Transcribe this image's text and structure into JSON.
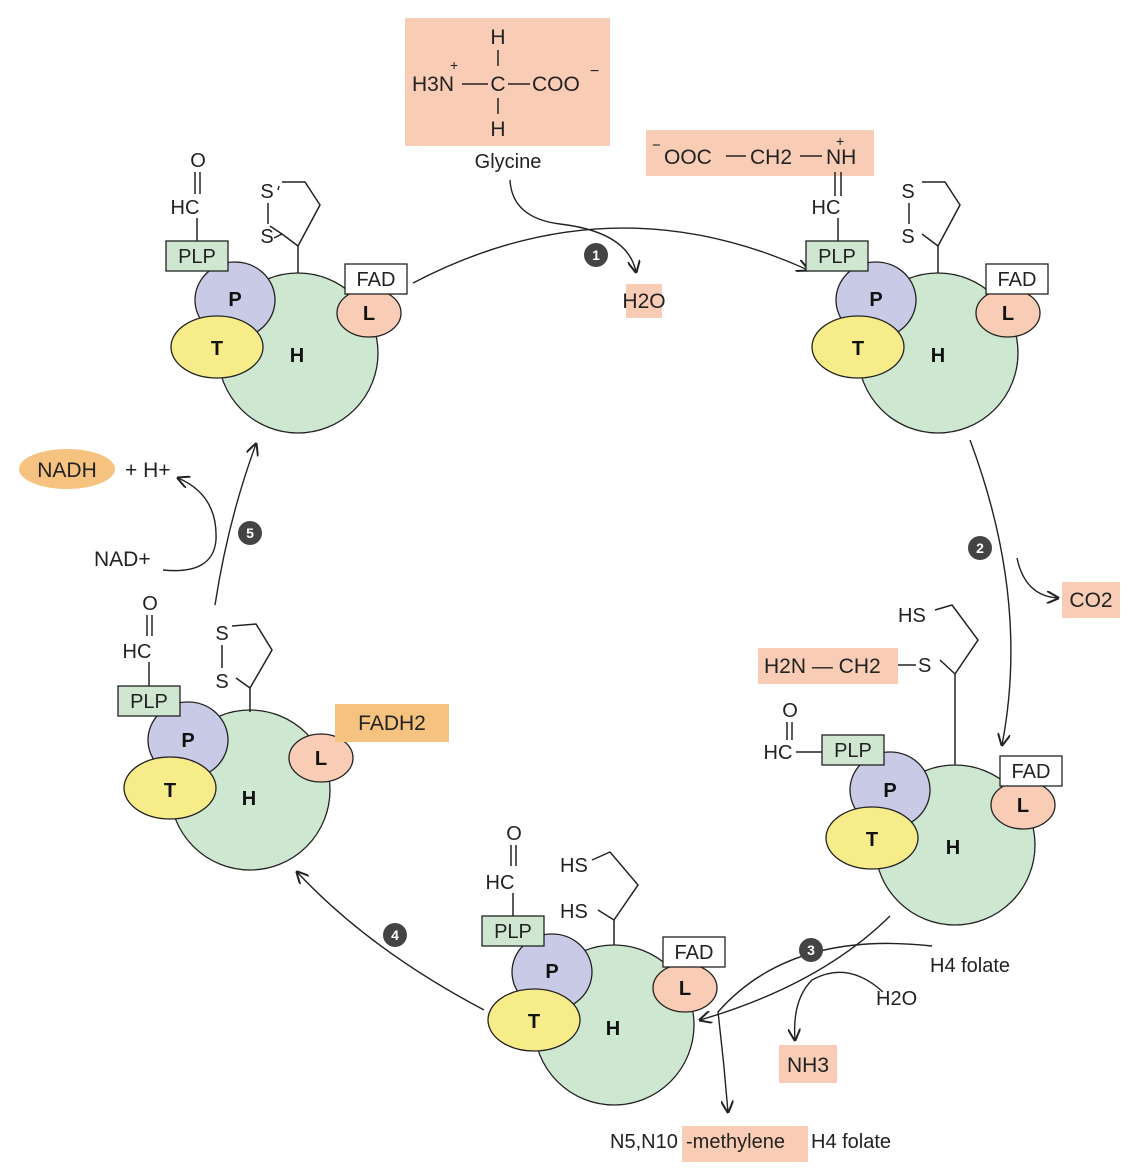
{
  "molecules": {
    "glycine_name": "Glycine",
    "glycine_center": "C",
    "glycine_H": "H",
    "glycine_amine": "H3N",
    "glycine_plus": "+",
    "glycine_carboxyl": "COO",
    "glycine_minus": "−",
    "schiff_left": "OOC",
    "schiff_minus": "−",
    "schiff_ch2": "CH2",
    "schiff_nh": "NH",
    "schiff_plus": "+",
    "water_out": "H2O",
    "co2": "CO2",
    "aminomethyl": "H2N — CH2",
    "hs": "HS",
    "s": "S",
    "h4folate": "H4 folate",
    "water_in": "H2O",
    "nh3": "NH3",
    "methylene_prefix": "N5,N10",
    "methylene_highlight": "-methylene",
    "methylene_suffix": "H4 folate",
    "fadh2": "FADH2",
    "nad": "NAD+",
    "nadh": "NADH",
    "h_plus": "+ H+"
  },
  "protein": {
    "h": "H",
    "p": "P",
    "t": "T",
    "l": "L",
    "plp": "PLP",
    "fad": "FAD",
    "hc": "HC",
    "o": "O"
  },
  "steps": [
    "1",
    "2",
    "3",
    "4",
    "5"
  ],
  "colors": {
    "h_protein": "#cde7d0",
    "p_protein": "#c9cbe6",
    "t_protein": "#f7ec8a",
    "l_protein": "#f9cdb5",
    "highlight_peach": "#f9cdb5",
    "highlight_orange": "#f6c27f",
    "step_badge": "#444444"
  }
}
